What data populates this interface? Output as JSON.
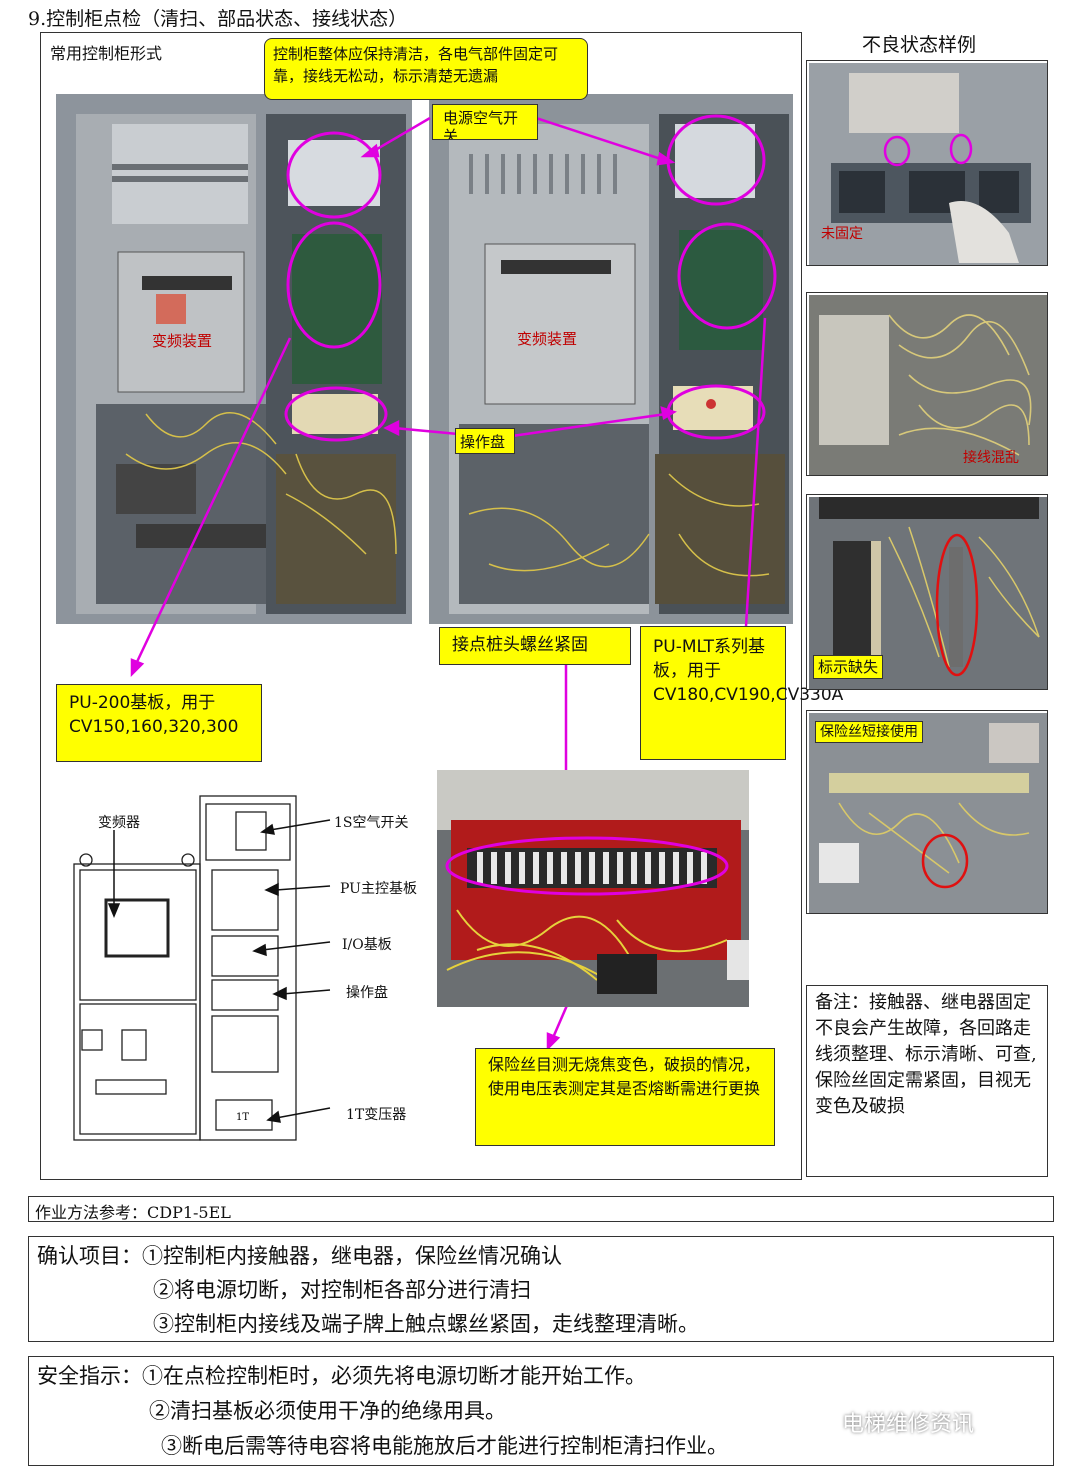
{
  "title": "9.控制柜点检（清扫、部品状态、接线状态）",
  "main": {
    "sublabel": "常用控制柜形式",
    "callouts": {
      "overall": "控制柜整体应保持清洁，各电气部件固定可靠，接线无松动，标示清楚无遗漏",
      "power_switch": "电源空气开关",
      "operation_panel": "操作盘",
      "inverter_left": "变频装置",
      "inverter_right": "变频装置",
      "terminal_screw": "接点桩头螺丝紧固",
      "pu200": "PU-200基板，用于CV150,160,320,300",
      "pumlt": "PU-MLT系列基板，用于CV180,CV190,CV330A",
      "fuse": "保险丝目测无烧焦变色，破损的情况，使用电压表测定其是否熔断需进行更换"
    },
    "diagram": {
      "inverter": "变频器",
      "air_switch": "1S空气开关",
      "pu_board": "PU主控基板",
      "io_board": "I/O基板",
      "op_panel": "操作盘",
      "transformer": "1T变压器",
      "tx_tag": "1T"
    }
  },
  "right": {
    "title": "不良状态样例",
    "examples": [
      {
        "caption": "未固定"
      },
      {
        "caption": "接线混乱"
      },
      {
        "caption": "标示缺失"
      },
      {
        "caption": "保险丝短接使用"
      }
    ],
    "note": "备注：接触器、继电器固定不良会产生故障，各回路走线须整理、标示清晰、可查,保险丝固定需紧固，目视无变色及破损"
  },
  "method": "作业方法参考：CDP1-5EL",
  "confirm": {
    "line1": "确认项目：①控制柜内接触器，继电器，保险丝情况确认",
    "line2": "②将电源切断，对控制柜各部分进行清扫",
    "line3": "③控制柜内接线及端子牌上触点螺丝紧固，走线整理清晰。"
  },
  "safety": {
    "line1": "安全指示：①在点检控制柜时，必须先将电源切断才能开始工作。",
    "line2": "②清扫基板必须使用干净的绝缘用具。",
    "line3": "③断电后需等待电容将电能施放后才能进行控制柜清扫作业。"
  },
  "watermark": "电梯维修资讯"
}
